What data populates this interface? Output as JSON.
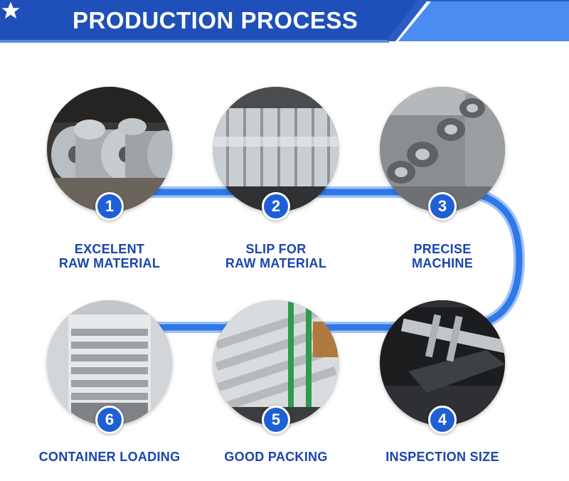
{
  "header": {
    "title": "PRODUCTION PROCESS",
    "star_icon": "star-icon",
    "colors": {
      "primary": "#1f4fb8",
      "accent": "#4a8cf0",
      "text": "#ffffff"
    }
  },
  "steps": [
    {
      "number": "1",
      "label_line1": "EXCELENT",
      "label_line2": "RAW MATERIAL",
      "photo": "galvanized-steel-coils-photo"
    },
    {
      "number": "2",
      "label_line1": "SLIP FOR",
      "label_line2": "RAW MATERIAL",
      "photo": "slit-steel-strip-coil-photo"
    },
    {
      "number": "3",
      "label_line1": "PRECISE",
      "label_line2": "MACHINE",
      "photo": "roll-forming-machine-photo"
    },
    {
      "number": "4",
      "label_line1": "INSPECTION SIZE",
      "label_line2": "",
      "photo": "caliper-inspection-photo"
    },
    {
      "number": "5",
      "label_line1": "GOOD PACKING",
      "label_line2": "",
      "photo": "packed-cable-trays-photo"
    },
    {
      "number": "6",
      "label_line1": "CONTAINER LOADING",
      "label_line2": "",
      "photo": "container-loading-photo"
    }
  ],
  "colors": {
    "label": "#1a45b0",
    "badge": "#1f5fd6",
    "connector": "#2f78e8"
  }
}
